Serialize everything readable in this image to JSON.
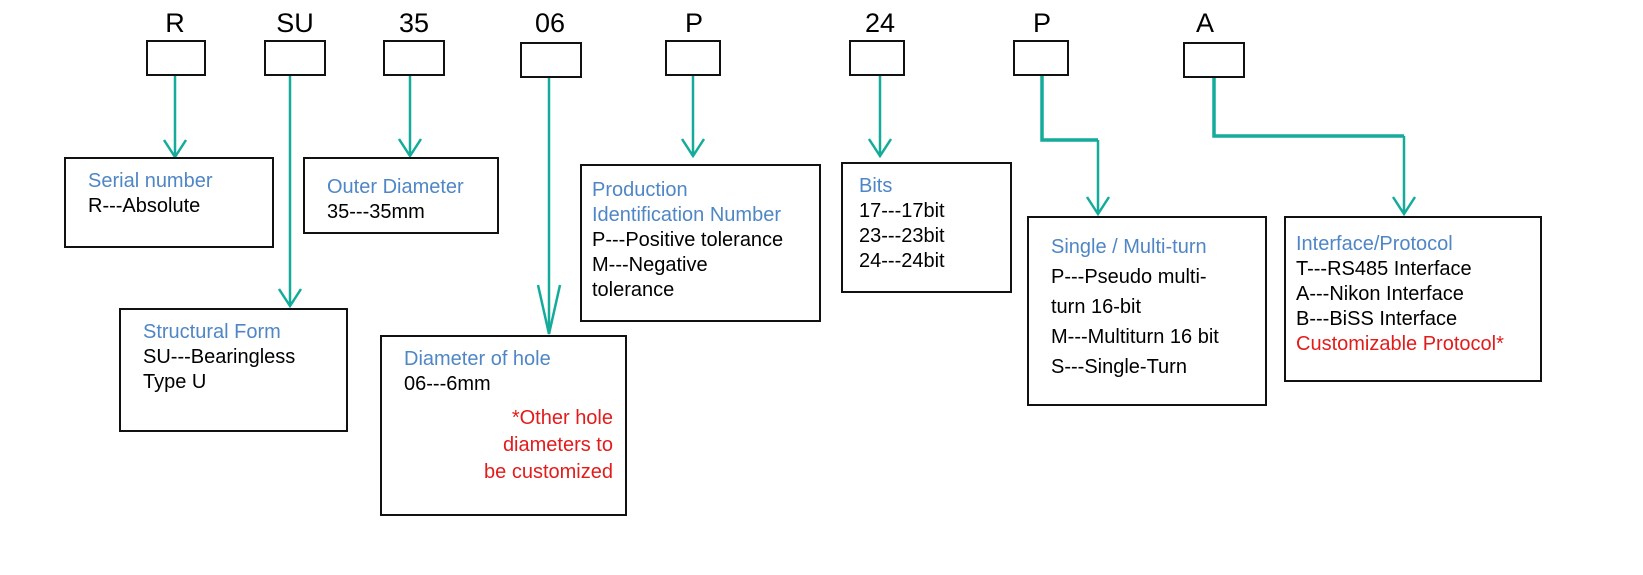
{
  "colors": {
    "arrow": "#14ab9a",
    "title": "#4f86c6",
    "note": "#e31b1b",
    "text": "#000000"
  },
  "codes": [
    "R",
    "SU",
    "35",
    "06",
    "P",
    "24",
    "P",
    "A"
  ],
  "boxes": {
    "serial": {
      "title": "Serial number",
      "lines": [
        "R---Absolute"
      ]
    },
    "outer": {
      "title": "Outer Diameter",
      "lines": [
        "35---35mm"
      ]
    },
    "structural": {
      "title": "Structural Form",
      "lines": [
        "SU---Bearingless",
        "Type U"
      ]
    },
    "hole": {
      "title": "Diameter of hole",
      "lines": [
        "06---6mm"
      ],
      "note": [
        "*Other hole",
        "diameters to",
        "be customized"
      ]
    },
    "production": {
      "title_lines": [
        "Production",
        "Identification Number"
      ],
      "lines": [
        "P---Positive tolerance",
        "M---Negative",
        "tolerance"
      ]
    },
    "bits": {
      "title": "Bits",
      "lines": [
        "17---17bit",
        "23---23bit",
        "24---24bit"
      ]
    },
    "turn": {
      "title": "Single / Multi-turn",
      "lines": [
        "P---Pseudo multi-",
        "turn 16-bit",
        "M---Multiturn  16 bit",
        "S---Single-Turn"
      ]
    },
    "interface": {
      "title": "Interface/Protocol",
      "lines": [
        "T---RS485 Interface",
        "A---Nikon Interface",
        "B---BiSS Interface"
      ],
      "note": "Customizable Protocol*"
    }
  }
}
